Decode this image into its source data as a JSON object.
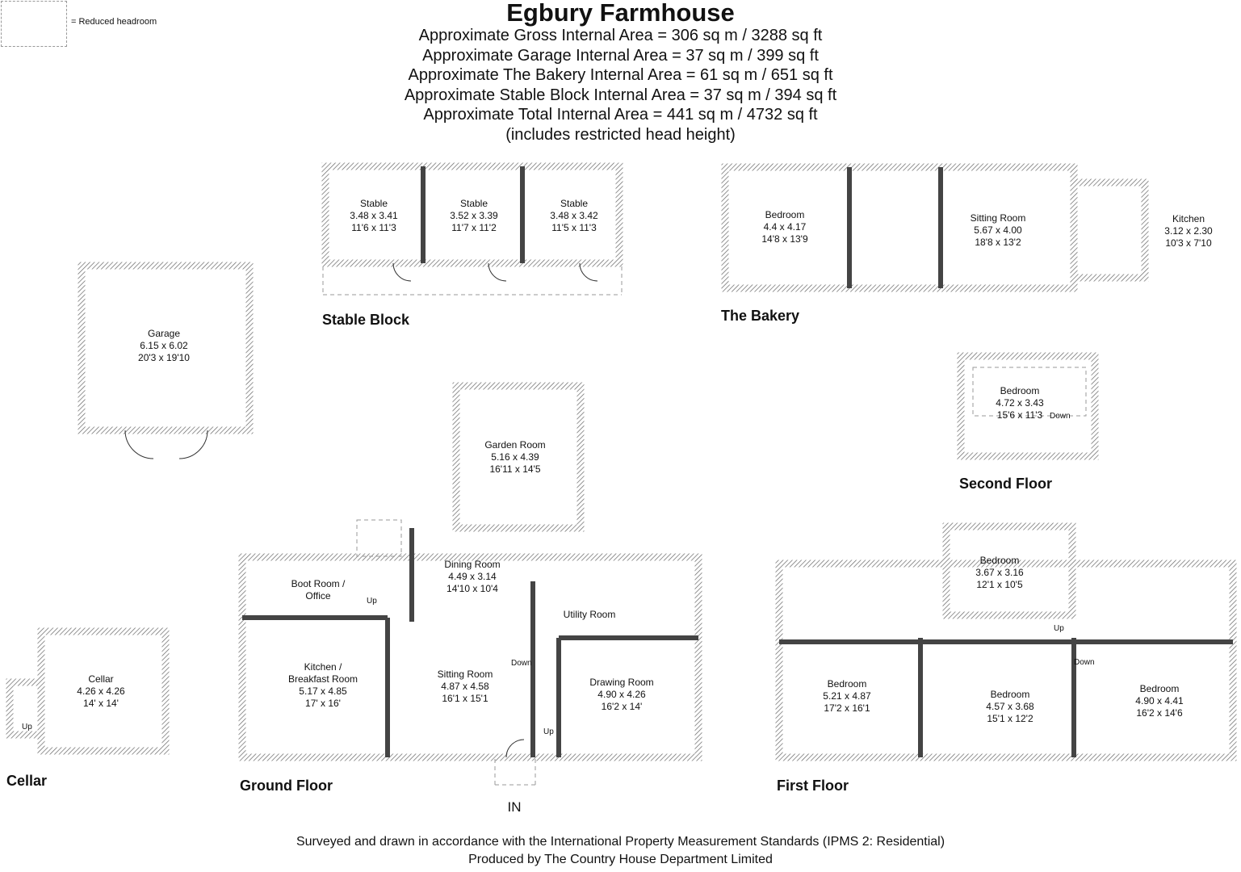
{
  "header": {
    "title": "Egbury Farmhouse",
    "areas": [
      "Approximate Gross Internal Area = 306 sq m / 3288 sq ft",
      "Approximate Garage Internal Area = 37 sq m / 399 sq ft",
      "Approximate The Bakery Internal Area = 61 sq m / 651 sq ft",
      "Approximate Stable Block Internal Area = 37 sq m / 394 sq ft",
      "Approximate Total Internal Area = 441 sq m / 4732 sq ft",
      "(includes restricted head height)"
    ]
  },
  "legend": {
    "text": "= Reduced headroom"
  },
  "floors": {
    "stable_block": "Stable Block",
    "bakery": "The Bakery",
    "second_floor": "Second Floor",
    "cellar": "Cellar",
    "ground_floor": "Ground Floor",
    "first_floor": "First Floor"
  },
  "rooms": {
    "stable1": {
      "name": "Stable",
      "metric": "3.48 x 3.41",
      "imperial": "11'6 x 11'3"
    },
    "stable2": {
      "name": "Stable",
      "metric": "3.52 x 3.39",
      "imperial": "11'7 x 11'2"
    },
    "stable3": {
      "name": "Stable",
      "metric": "3.48 x 3.42",
      "imperial": "11'5 x 11'3"
    },
    "bakery_bedroom": {
      "name": "Bedroom",
      "metric": "4.4 x 4.17",
      "imperial": "14'8 x 13'9"
    },
    "bakery_sitting": {
      "name": "Sitting Room",
      "metric": "5.67 x 4.00",
      "imperial": "18'8 x 13'2"
    },
    "bakery_kitchen": {
      "name": "Kitchen",
      "metric": "3.12 x 2.30",
      "imperial": "10'3 x 7'10"
    },
    "garage": {
      "name": "Garage",
      "metric": "6.15 x 6.02",
      "imperial": "20'3 x 19'10"
    },
    "second_bedroom": {
      "name": "Bedroom",
      "metric": "4.72 x 3.43",
      "imperial": "15'6 x 11'3"
    },
    "garden_room": {
      "name": "Garden Room",
      "metric": "5.16 x 4.39",
      "imperial": "16'11 x 14'5"
    },
    "dining_room": {
      "name": "Dining Room",
      "metric": "4.49 x 3.14",
      "imperial": "14'10 x 10'4"
    },
    "boot_room": {
      "name": "Boot Room /",
      "metric": "Office",
      "imperial": ""
    },
    "utility_room": {
      "name": "Utility Room",
      "metric": "",
      "imperial": ""
    },
    "kitchen": {
      "name": "Kitchen /",
      "metric": "Breakfast Room",
      "imperial": "5.17 x 4.85",
      "extra": "17' x 16'"
    },
    "sitting_room": {
      "name": "Sitting Room",
      "metric": "4.87 x 4.58",
      "imperial": "16'1 x 15'1"
    },
    "drawing_room": {
      "name": "Drawing Room",
      "metric": "4.90 x 4.26",
      "imperial": "16'2 x 14'"
    },
    "cellar": {
      "name": "Cellar",
      "metric": "4.26 x 4.26",
      "imperial": "14' x 14'"
    },
    "ff_bed1": {
      "name": "Bedroom",
      "metric": "3.67 x 3.16",
      "imperial": "12'1 x 10'5"
    },
    "ff_bed2": {
      "name": "Bedroom",
      "metric": "5.21 x 4.87",
      "imperial": "17'2 x 16'1"
    },
    "ff_bed3": {
      "name": "Bedroom",
      "metric": "4.57 x 3.68",
      "imperial": "15'1 x 12'2"
    },
    "ff_bed4": {
      "name": "Bedroom",
      "metric": "4.90 x 4.41",
      "imperial": "16'2 x 14'6"
    }
  },
  "stairs": {
    "up": "Up",
    "down": "Down"
  },
  "entrance": "IN",
  "footer": [
    "Surveyed and drawn in accordance with the International Property Measurement Standards (IPMS 2: Residential)",
    "Produced by The Country House Department Limited"
  ],
  "colors": {
    "wall": "#555555",
    "line": "#333333",
    "dashed": "#9a9a9a"
  }
}
